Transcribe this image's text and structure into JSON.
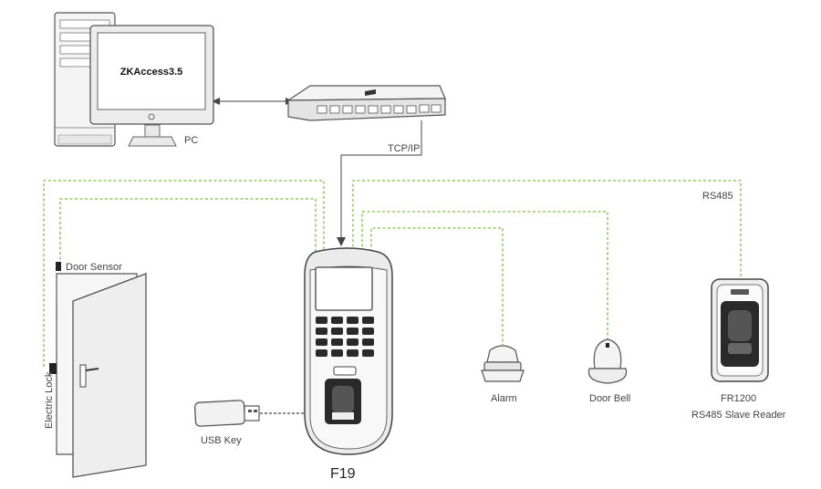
{
  "pc": {
    "screen_text": "ZKAccess3.5",
    "label": "PC"
  },
  "network": {
    "tcpip_label": "TCP/IP"
  },
  "bus": {
    "rs485_label": "RS485"
  },
  "door": {
    "sensor_label": "Door Sensor",
    "lock_label": "Electric Lock"
  },
  "usb": {
    "label": "USB Key"
  },
  "terminal": {
    "label": "F19"
  },
  "alarm": {
    "label": "Alarm"
  },
  "bell": {
    "label": "Door Bell"
  },
  "reader": {
    "label_line1": "FR1200",
    "label_line2": "RS485 Slave Reader"
  },
  "colors": {
    "wire": "#7ac142",
    "outline": "#555555",
    "dark": "#222222"
  }
}
